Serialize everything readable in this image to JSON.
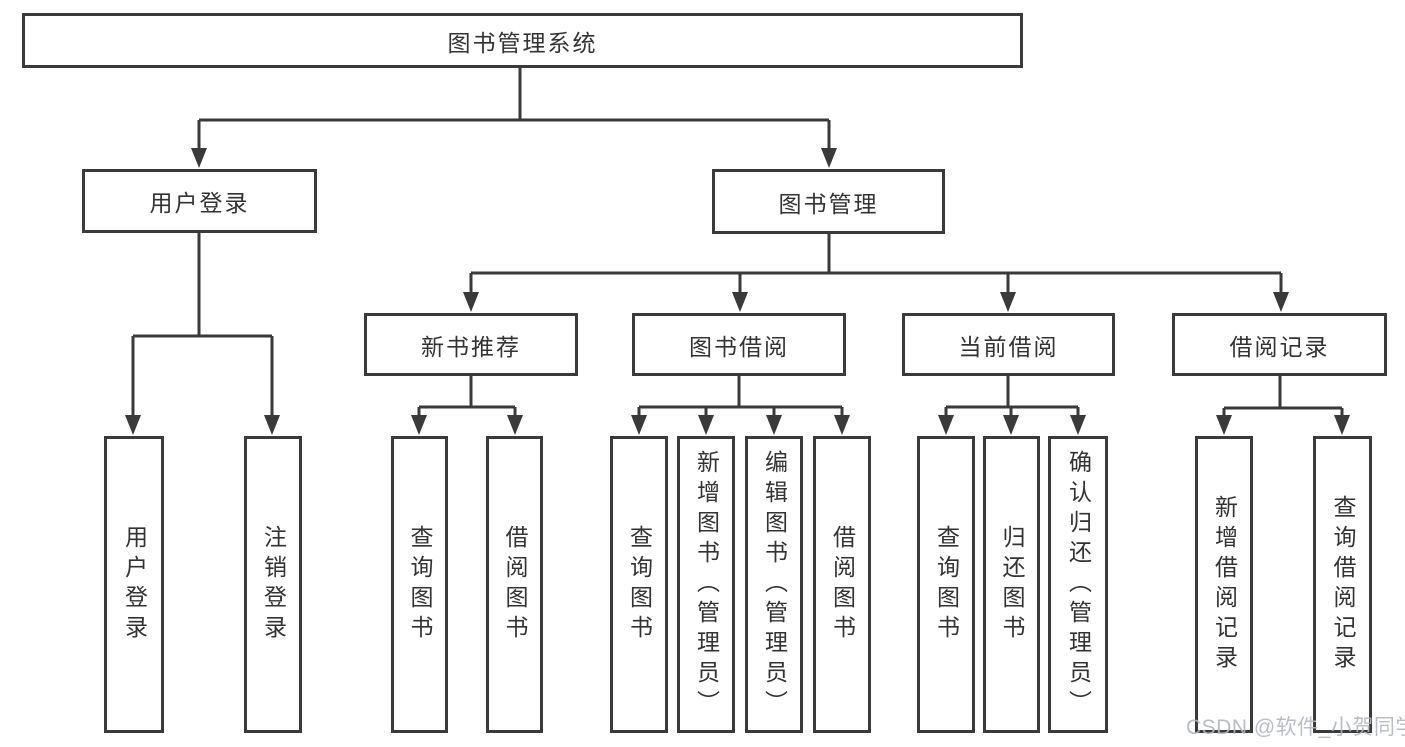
{
  "diagram_title": "图书管理系统",
  "tree": {
    "label": "图书管理系统",
    "children": [
      {
        "label": "用户登录",
        "children": [
          {
            "label": "用户登录"
          },
          {
            "label": "注销登录"
          }
        ]
      },
      {
        "label": "图书管理",
        "children": [
          {
            "label": "新书推荐",
            "children": [
              {
                "label": "查询图书"
              },
              {
                "label": "借阅图书"
              }
            ]
          },
          {
            "label": "图书借阅",
            "children": [
              {
                "label": "查询图书"
              },
              {
                "label": "新增图书（管理员）"
              },
              {
                "label": "编辑图书（管理员）"
              },
              {
                "label": "借阅图书"
              }
            ]
          },
          {
            "label": "当前借阅",
            "children": [
              {
                "label": "查询图书"
              },
              {
                "label": "归还图书"
              },
              {
                "label": "确认归还（管理员）"
              }
            ]
          },
          {
            "label": "借阅记录",
            "children": [
              {
                "label": "新增借阅记录"
              },
              {
                "label": "查询借阅记录"
              }
            ]
          }
        ]
      }
    ]
  },
  "watermark": "CSDN @软件_小贺同学",
  "colors": {
    "line": "#3a3a3a",
    "box_border": "#3a3a3a",
    "text": "#333333",
    "watermark": "#b2b6be",
    "background": "#ffffff"
  }
}
